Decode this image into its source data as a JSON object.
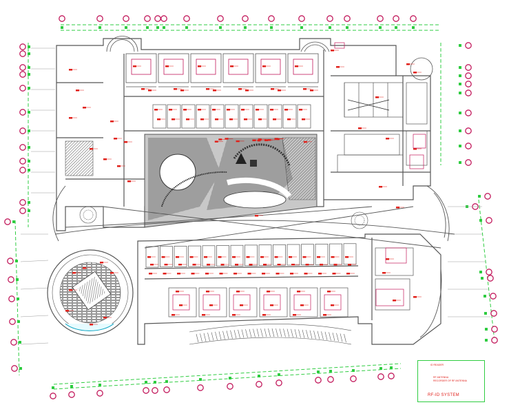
{
  "drawing": {
    "type": "architectural floor plan",
    "colors": {
      "walls": "#555555",
      "grid_line": "#2ecc40",
      "grid_bubble": "#c2185b",
      "devices": "#e0201a",
      "annotation": "#e0201a",
      "hatch": "#777777"
    },
    "legend": {
      "title": "RF-ID SYSTEM",
      "entries": [
        "ID READER",
        "RF ANTENNA",
        "RECORDER OF RF ANTENNA"
      ]
    }
  }
}
